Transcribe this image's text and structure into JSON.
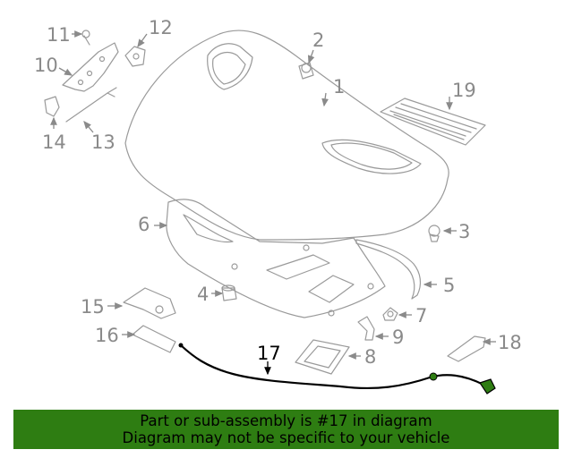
{
  "diagram": {
    "callouts": {
      "c1": "1",
      "c2": "2",
      "c3": "3",
      "c4": "4",
      "c5": "5",
      "c6": "6",
      "c7": "7",
      "c8": "8",
      "c9": "9",
      "c10": "10",
      "c11": "11",
      "c12": "12",
      "c13": "13",
      "c14": "14",
      "c15": "15",
      "c16": "16",
      "c17": "17",
      "c18": "18",
      "c19": "19"
    },
    "highlighted_part": "17",
    "colors": {
      "line_art": "#9a9a9a",
      "highlight": "#000000",
      "banner": "#2e7d12"
    }
  },
  "banner": {
    "line1": "Part or sub-assembly is #17 in diagram",
    "line2": "Diagram may not be specific to your vehicle"
  }
}
